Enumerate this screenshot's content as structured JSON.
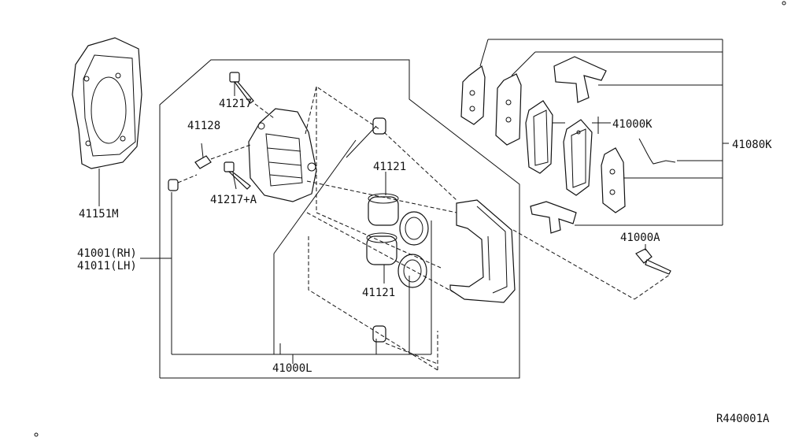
{
  "diagram": {
    "labels": {
      "p41151M": "41151M",
      "p41217": "41217",
      "p41128": "41128",
      "p41217A": "41217+A",
      "p41001": "41001(RH)",
      "p41011": "41011(LH)",
      "p41121a": "41121",
      "p41121b": "41121",
      "p41000L": "41000L",
      "p41000K": "41000K",
      "p41080K": "41080K",
      "p41000A": "41000A",
      "ref": "R440001A"
    }
  }
}
